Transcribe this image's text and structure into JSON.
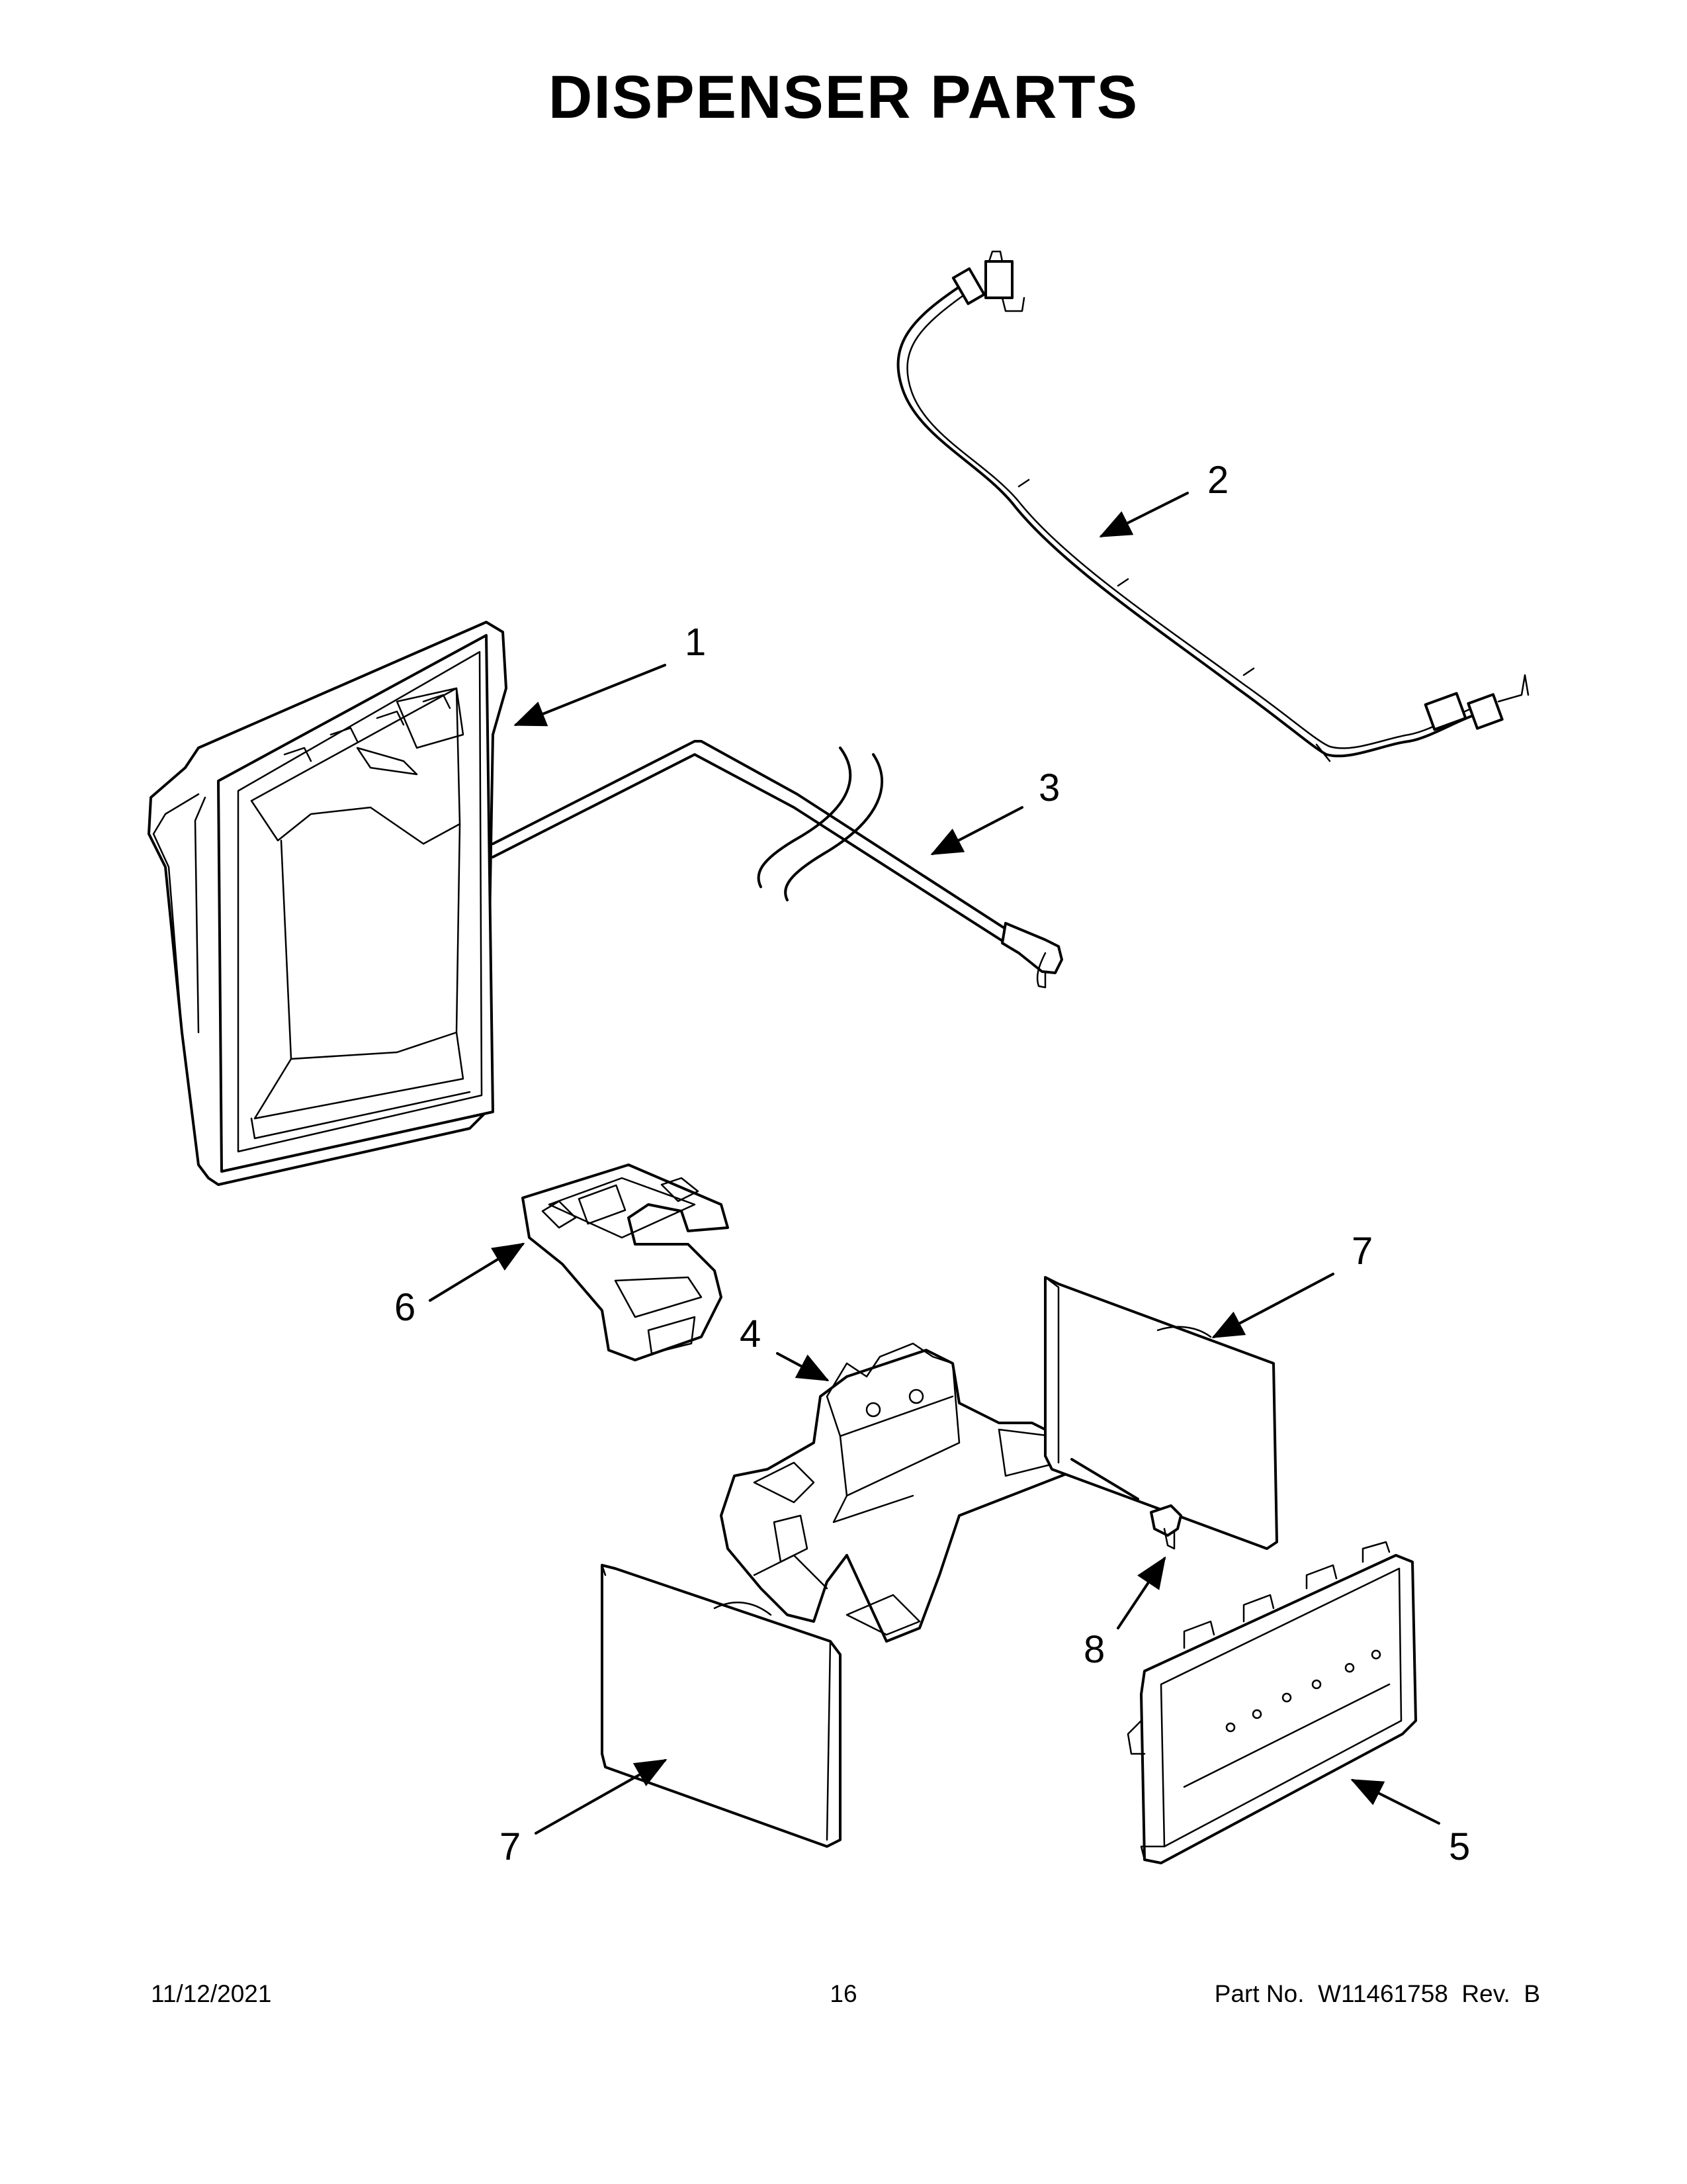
{
  "title": "DISPENSER PARTS",
  "callouts": [
    {
      "id": "1",
      "label": "1"
    },
    {
      "id": "2",
      "label": "2"
    },
    {
      "id": "3",
      "label": "3"
    },
    {
      "id": "4",
      "label": "4"
    },
    {
      "id": "5",
      "label": "5"
    },
    {
      "id": "6",
      "label": "6"
    },
    {
      "id": "7a",
      "label": "7"
    },
    {
      "id": "7b",
      "label": "7"
    },
    {
      "id": "8",
      "label": "8"
    }
  ],
  "footer": {
    "date": "11/12/2021",
    "page": "16",
    "part": "Part No.  W11461758  Rev.  B"
  }
}
